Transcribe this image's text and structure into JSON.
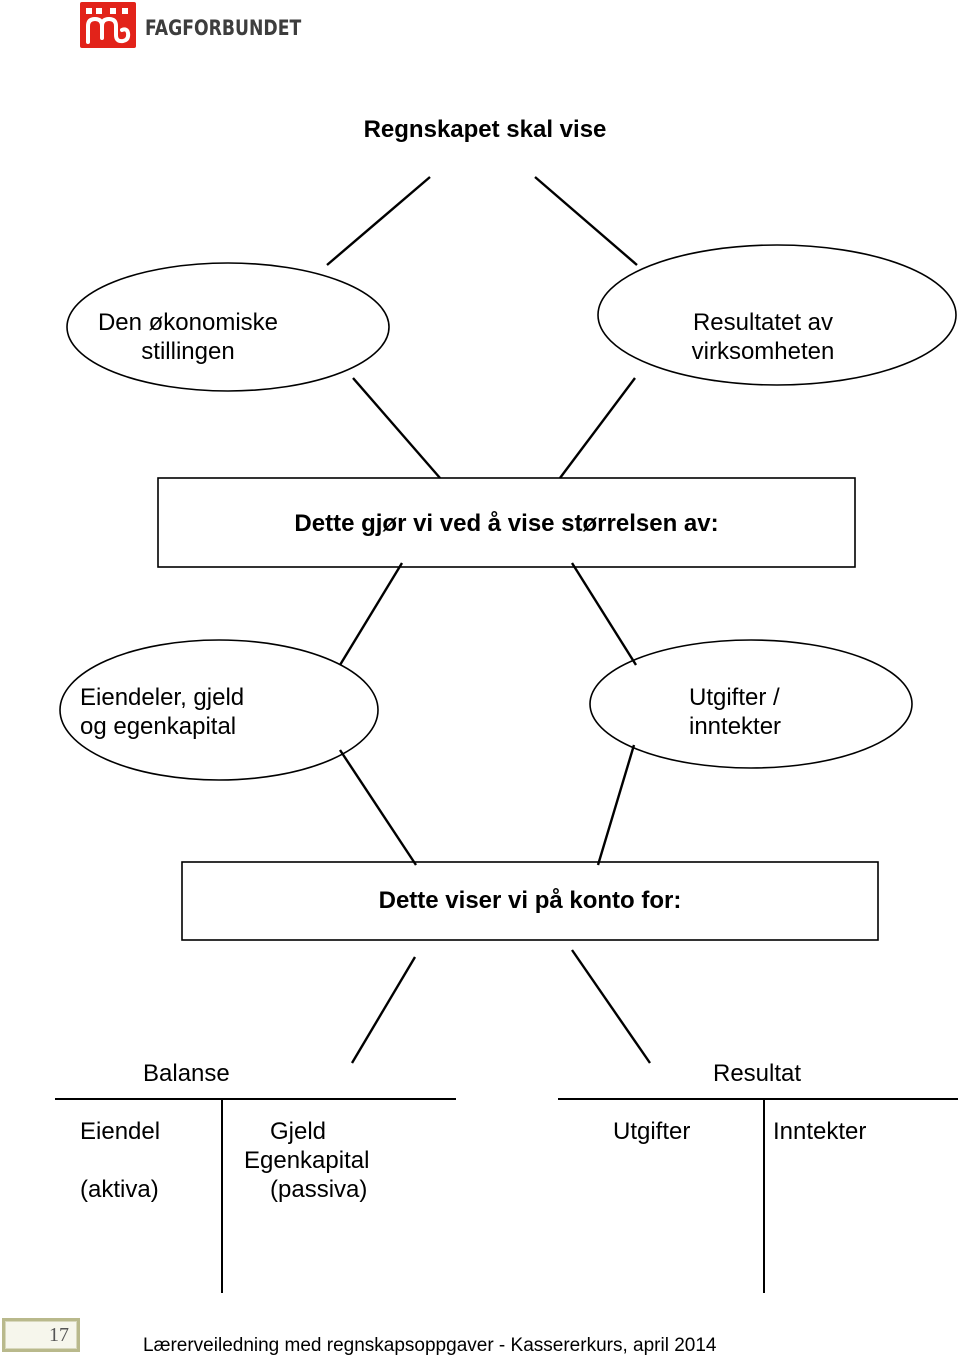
{
  "brand": {
    "name": "FAGFORBUNDET"
  },
  "colors": {
    "brand_red": "#e2231a",
    "brand_text": "#3d3d3d",
    "line": "#000000"
  },
  "title": "Regnskapet skal vise",
  "level1": {
    "left": [
      "Den økonomiske",
      "stillingen"
    ],
    "right": [
      "Resultatet av",
      "virksomheten"
    ]
  },
  "box1": "Dette gjør vi ved å vise størrelsen av:",
  "level2": {
    "left": [
      "Eiendeler, gjeld",
      "og egenkapital"
    ],
    "right": [
      "Utgifter /",
      "inntekter"
    ]
  },
  "box2": "Dette viser vi på konto for:",
  "accounts": {
    "balance": {
      "title": "Balanse",
      "debit": [
        "Eiendel",
        "(aktiva)"
      ],
      "credit": [
        "Gjeld",
        "Egenkapital",
        "(passiva)"
      ]
    },
    "result": {
      "title": "Resultat",
      "debit": [
        "Utgifter"
      ],
      "credit": [
        "Inntekter"
      ]
    }
  },
  "footer": {
    "page_number": "17",
    "text": "Lærerveiledning med regnskapsoppgaver - Kassererkurs, april 2014"
  }
}
